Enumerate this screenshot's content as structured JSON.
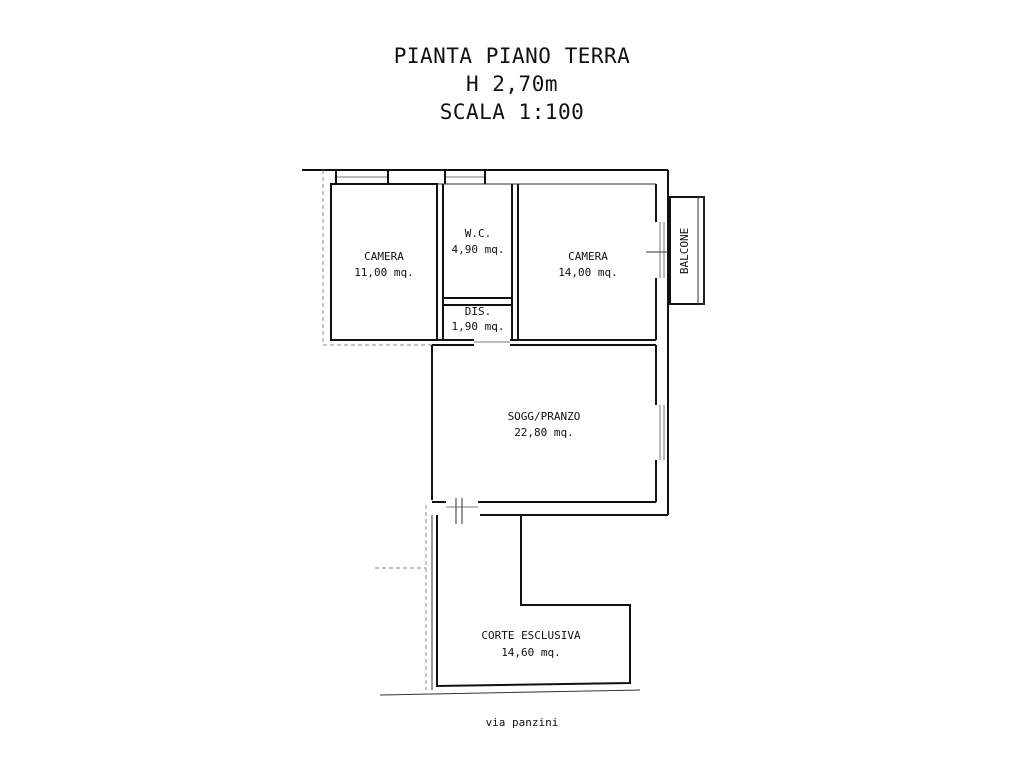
{
  "title": {
    "line1": "PIANTA PIANO TERRA",
    "line2": "H 2,70m",
    "line3": "SCALA 1:100"
  },
  "rooms": {
    "camera_left": {
      "name": "CAMERA",
      "area": "11,00 mq."
    },
    "wc": {
      "name": "W.C.",
      "area": "4,90 mq."
    },
    "camera_right": {
      "name": "CAMERA",
      "area": "14,00 mq."
    },
    "dis": {
      "name": "DIS.",
      "area": "1,90 mq."
    },
    "soggiorno": {
      "name": "SOGG/PRANZO",
      "area": "22,80 mq."
    },
    "corte": {
      "name": "CORTE ESCLUSIVA",
      "area": "14,60 mq."
    },
    "balcone": {
      "name": "BALCONE"
    }
  },
  "street": "via panzini"
}
